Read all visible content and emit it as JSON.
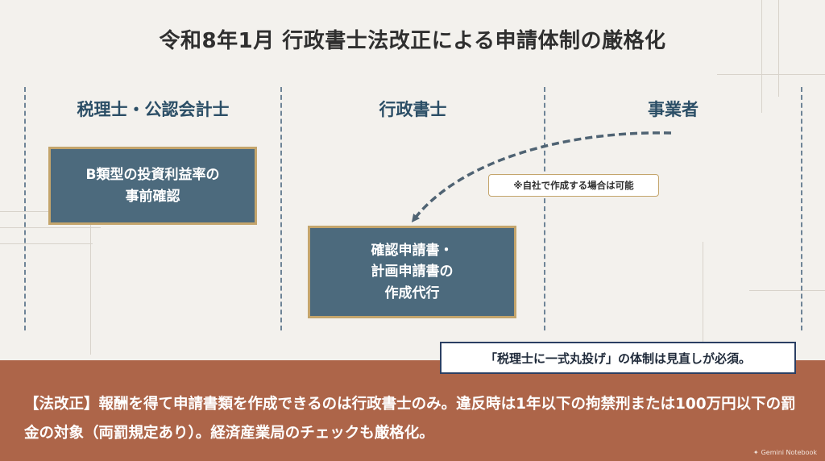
{
  "title": "令和8年1月 行政書士法改正による申請体制の厳格化",
  "columns": [
    {
      "label": "税理士・公認会計士"
    },
    {
      "label": "行政書士"
    },
    {
      "label": "事業者"
    }
  ],
  "boxes": {
    "tax": "B類型の投資利益率の\n事前確認",
    "scrivener": "確認申請書・\n計画申請書の\n作成代行"
  },
  "note": "※自社で作成する場合は可能",
  "callout": "「税理士に一式丸投げ」の体制は見直しが必須。",
  "law_text": "【法改正】報酬を得て申請書類を作成できるのは行政書士のみ。違反時は1年以下の拘禁刑または100万円以下の罰金の対象（両罰規定あり）。経済産業局のチェックも厳格化。",
  "watermark": "Gemini Notebook",
  "colors": {
    "background": "#f3f1ed",
    "box_fill": "#4c6a7d",
    "box_border": "#c4a56c",
    "column_heading": "#2b4e66",
    "band": "#ad6549",
    "arrow": "#4f6373"
  }
}
